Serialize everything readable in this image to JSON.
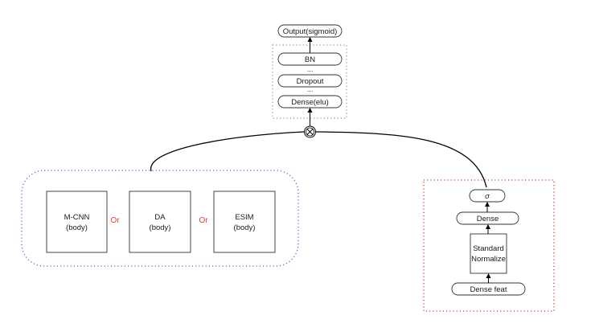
{
  "top_stack": {
    "output_label": "Output(sigmoid)",
    "bn_label": "BN",
    "dots_1": "...",
    "dropout_label": "Dropout",
    "dots_2": "...",
    "dense_elu_label": "Dense(elu)"
  },
  "merge_node": {
    "icon": "circled-times-icon"
  },
  "body_group": {
    "boxes": [
      {
        "line1": "M-CNN",
        "line2": "(body)"
      },
      {
        "line1": "DA",
        "line2": "(body)"
      },
      {
        "line1": "ESIM",
        "line2": "(body)"
      }
    ],
    "or_label": "Or"
  },
  "feature_branch": {
    "sigma_label": "σ",
    "dense_label": "Dense",
    "normalize_line1": "Standard",
    "normalize_line2": "Normalize",
    "dense_feat_label": "Dense feat"
  },
  "colors": {
    "blue_dots": "#4a6fd1",
    "red_dots": "#d03a2f",
    "gray_dots": "#8a8fa8",
    "or_red": "#e0403a",
    "line": "#000000"
  }
}
